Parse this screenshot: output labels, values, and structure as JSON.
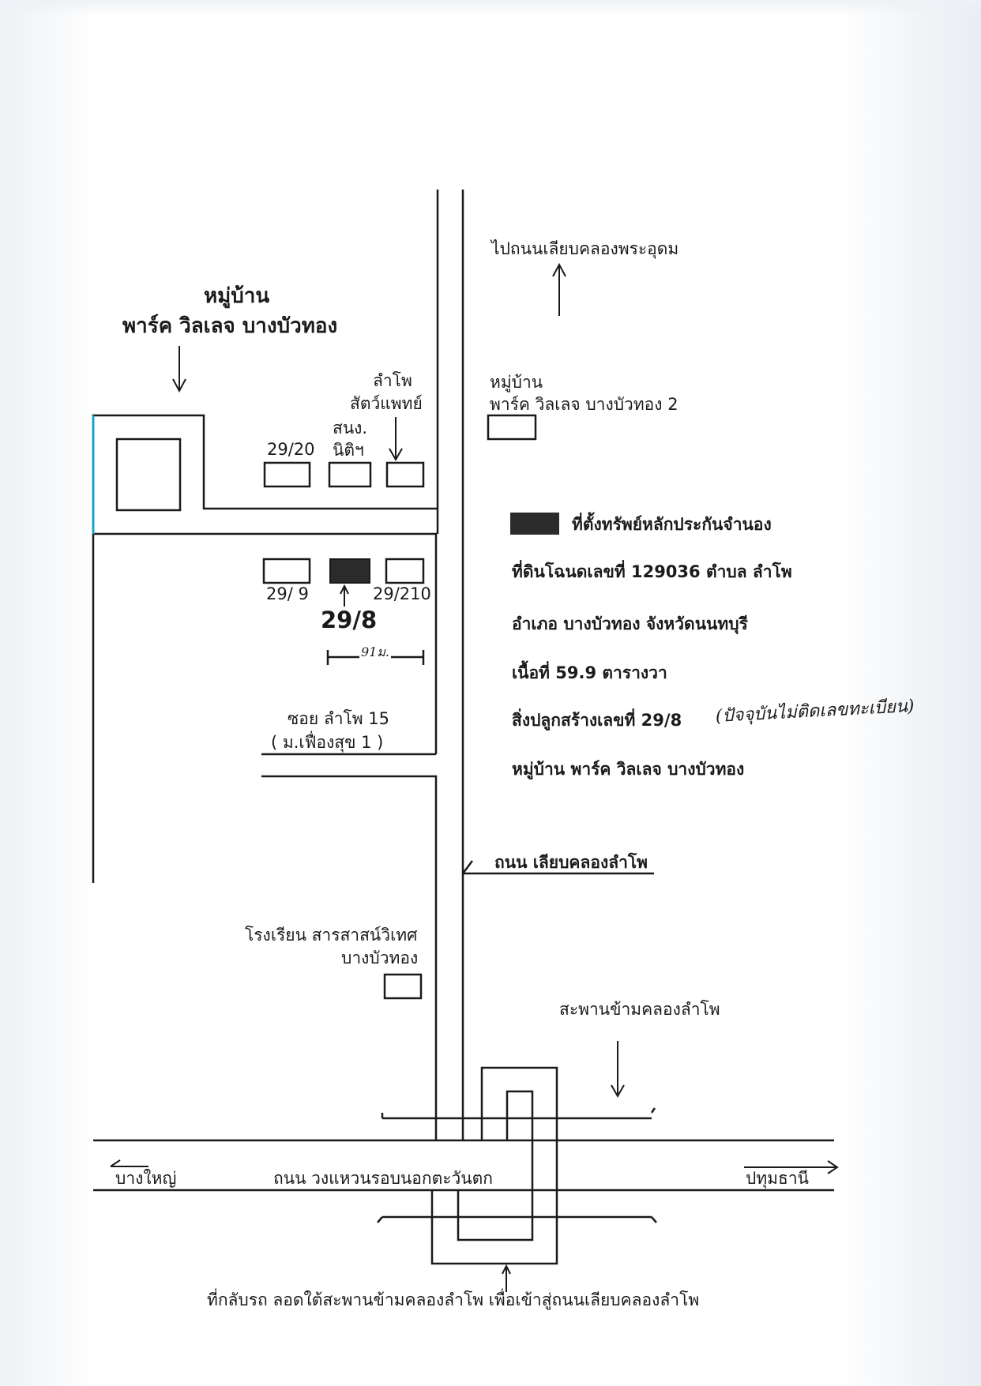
{
  "village_title_line1": "หมู่บ้าน",
  "village_title_line2": "พาร์ค วิลเลจ บางบัวทอง",
  "vet_line1": "ลำโพ",
  "vet_line2": "สัตว์แพทย์",
  "office_line1": "สนง.",
  "office_line2": "นิติฯ",
  "house_29_20": "29/20",
  "house_29_9": "29/ 9",
  "house_29_210": "29/210",
  "house_target": "29/8",
  "distance_note": "91ม.",
  "soi_line1": "ซอย ลำโพ 15",
  "soi_line2": "( ม.เฟื่องสุข 1 )",
  "to_road": "ไปถนนเลียบคลองพระอุดม",
  "village2_line1": "หมู่บ้าน",
  "village2_line2": "พาร์ค วิลเลจ บางบัวทอง 2",
  "legend": {
    "label": "ที่ตั้งทรัพย์หลักประกันจำนอง",
    "swatch_color": "#2b2b2b"
  },
  "info": {
    "deed": "ที่ดินโฉนดเลขที่  129036  ตำบล ลำโพ",
    "district": "อำเภอ บางบัวทอง  จังหวัดนนทบุรี",
    "area": "เนื้อที่  59.9  ตารางวา",
    "building": "สิ่งปลูกสร้างเลขที่  29/8",
    "handwritten": "(ปัจจุบันไม่ติดเลขทะเบียน)",
    "village": "หมู่บ้าน พาร์ค วิลเลจ บางบัวทอง"
  },
  "canal_road": "ถนน เลียบคลองลำโพ",
  "school_line1": "โรงเรียน สารสาสน์วิเทศ",
  "school_line2": "บางบัวทอง",
  "bridge": "สะพานข้ามคลองลำโพ",
  "main_road": "ถนน  วงแหวนรอบนอกตะวันตก",
  "bang_yai": "บางใหญ่",
  "pathum_thani": "ปทุมธานี",
  "u_turn": "ที่กลับรถ  ลอดใต้สะพานข้ามคลองลำโพ เพื่อเข้าสู่ถนนเลียบคลองลำโพ",
  "colors": {
    "ink": "#1a1a1a",
    "village_edge": "#1aa3c8"
  }
}
